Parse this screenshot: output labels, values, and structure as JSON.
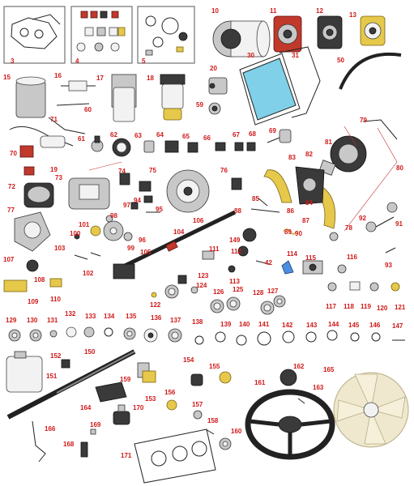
{
  "colors": {
    "label": "#d01818",
    "accent_blue": "#7fd0e8",
    "accent_yellow": "#e6c84a",
    "accent_red": "#c0392b"
  },
  "labels": [
    "3",
    "4",
    "5",
    "10",
    "11",
    "12",
    "13",
    "15",
    "16",
    "17",
    "18",
    "19",
    "20",
    "30",
    "31",
    "42",
    "50",
    "59",
    "60",
    "61",
    "62",
    "63",
    "64",
    "65",
    "66",
    "67",
    "68",
    "69",
    "70",
    "71",
    "72",
    "73",
    "74",
    "75",
    "76",
    "77",
    "78",
    "79",
    "80",
    "81",
    "82",
    "83",
    "84",
    "85",
    "86",
    "87",
    "88",
    "89",
    "90",
    "91",
    "92",
    "93",
    "94",
    "95",
    "96",
    "97",
    "98",
    "99",
    "100",
    "101",
    "102",
    "103",
    "104",
    "105",
    "106",
    "107",
    "108",
    "109",
    "110",
    "111",
    "112",
    "113",
    "114",
    "115",
    "116",
    "117",
    "118",
    "119",
    "120",
    "121",
    "122",
    "123",
    "124",
    "125",
    "126",
    "127",
    "128",
    "129",
    "130",
    "131",
    "132",
    "133",
    "134",
    "135",
    "136",
    "137",
    "138",
    "139",
    "140",
    "141",
    "142",
    "143",
    "144",
    "145",
    "146",
    "147",
    "149",
    "150",
    "151",
    "152",
    "153",
    "154",
    "155",
    "156",
    "157",
    "158",
    "159",
    "160",
    "161",
    "162",
    "163",
    "164",
    "165",
    "166",
    "168",
    "169",
    "170",
    "171"
  ]
}
